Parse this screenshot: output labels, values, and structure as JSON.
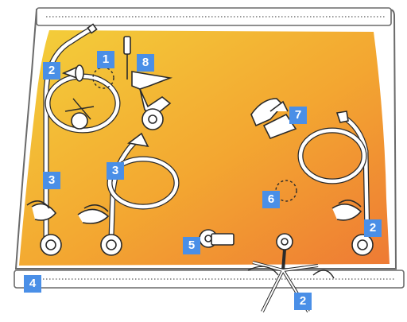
{
  "colors": {
    "gradient_top": "#f3cf3a",
    "gradient_mid": "#f3a631",
    "gradient_bottom": "#ee7a34",
    "callout": "#4a8fe7",
    "outline": "#2a2a2a",
    "bag_border": "#6a6a6a"
  },
  "callouts": [
    {
      "id": "label-1",
      "text": "1",
      "target": "dashed-circle-top"
    },
    {
      "id": "label-2a",
      "text": "2",
      "target": "hose-coil-left"
    },
    {
      "id": "label-2b",
      "text": "2",
      "target": "hose-coil-right"
    },
    {
      "id": "label-2c",
      "text": "2",
      "target": "y-tubing-bottom"
    },
    {
      "id": "label-3a",
      "text": "3",
      "target": "tube-left"
    },
    {
      "id": "label-3b",
      "text": "3",
      "target": "hose-coil-middle"
    },
    {
      "id": "label-4",
      "text": "4",
      "target": "bag-seam"
    },
    {
      "id": "label-5",
      "text": "5",
      "target": "connector-clip"
    },
    {
      "id": "label-6",
      "text": "6",
      "target": "dashed-circle-right"
    },
    {
      "id": "label-7",
      "text": "7",
      "target": "valve-fitting"
    },
    {
      "id": "label-8",
      "text": "8",
      "target": "funnel-adapter"
    }
  ]
}
